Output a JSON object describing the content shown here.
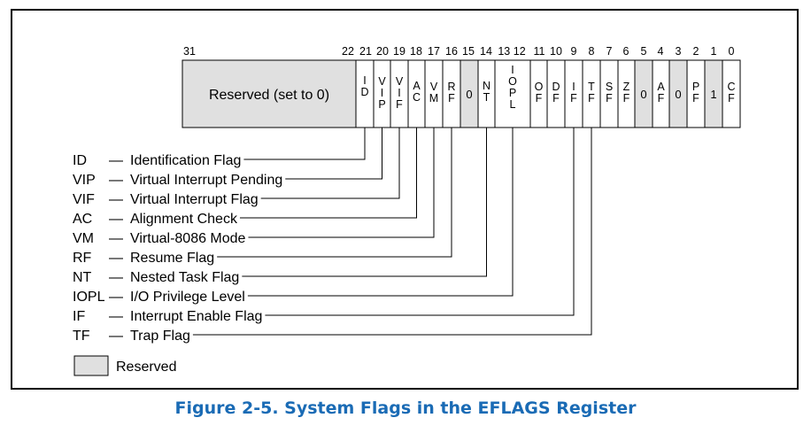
{
  "register": {
    "bit_numbers": [
      {
        "bit": "31",
        "id": "31"
      },
      {
        "bit": "22",
        "id": "22"
      },
      {
        "bit": "21",
        "id": "21"
      },
      {
        "bit": "20",
        "id": "20"
      },
      {
        "bit": "19",
        "id": "19"
      },
      {
        "bit": "18",
        "id": "18"
      },
      {
        "bit": "17",
        "id": "17"
      },
      {
        "bit": "16",
        "id": "16"
      },
      {
        "bit": "15",
        "id": "15"
      },
      {
        "bit": "14",
        "id": "14"
      },
      {
        "bit": "13 12",
        "id": "13-12"
      },
      {
        "bit": "11",
        "id": "11"
      },
      {
        "bit": "10",
        "id": "10"
      },
      {
        "bit": "9",
        "id": "9"
      },
      {
        "bit": "8",
        "id": "8"
      },
      {
        "bit": "7",
        "id": "7"
      },
      {
        "bit": "6",
        "id": "6"
      },
      {
        "bit": "5",
        "id": "5"
      },
      {
        "bit": "4",
        "id": "4"
      },
      {
        "bit": "3",
        "id": "3"
      },
      {
        "bit": "2",
        "id": "2"
      },
      {
        "bit": "1",
        "id": "1"
      },
      {
        "bit": "0",
        "id": "0"
      }
    ],
    "reserved_label": "Reserved (set to 0)",
    "fields": [
      {
        "id": "id",
        "letters": [
          "I",
          "D"
        ],
        "reserved": false
      },
      {
        "id": "vip",
        "letters": [
          "V",
          "I",
          "P"
        ],
        "reserved": false
      },
      {
        "id": "vif",
        "letters": [
          "V",
          "I",
          "F"
        ],
        "reserved": false
      },
      {
        "id": "ac",
        "letters": [
          "A",
          "C"
        ],
        "reserved": false
      },
      {
        "id": "vm",
        "letters": [
          "V",
          "M"
        ],
        "reserved": false
      },
      {
        "id": "rf",
        "letters": [
          "R",
          "F"
        ],
        "reserved": false
      },
      {
        "id": "bit15",
        "letters": [
          "0"
        ],
        "reserved": true
      },
      {
        "id": "nt",
        "letters": [
          "N",
          "T"
        ],
        "reserved": false
      },
      {
        "id": "iopl",
        "letters": [
          "I",
          "O",
          "P",
          "L"
        ],
        "reserved": false
      },
      {
        "id": "of",
        "letters": [
          "O",
          "F"
        ],
        "reserved": false
      },
      {
        "id": "df",
        "letters": [
          "D",
          "F"
        ],
        "reserved": false
      },
      {
        "id": "if",
        "letters": [
          "I",
          "F"
        ],
        "reserved": false
      },
      {
        "id": "tf",
        "letters": [
          "T",
          "F"
        ],
        "reserved": false
      },
      {
        "id": "sf",
        "letters": [
          "S",
          "F"
        ],
        "reserved": false
      },
      {
        "id": "zf",
        "letters": [
          "Z",
          "F"
        ],
        "reserved": false
      },
      {
        "id": "bit5",
        "letters": [
          "0"
        ],
        "reserved": true
      },
      {
        "id": "af",
        "letters": [
          "A",
          "F"
        ],
        "reserved": false
      },
      {
        "id": "bit3",
        "letters": [
          "0"
        ],
        "reserved": true
      },
      {
        "id": "pf",
        "letters": [
          "P",
          "F"
        ],
        "reserved": false
      },
      {
        "id": "bit1",
        "letters": [
          "1"
        ],
        "reserved": true
      },
      {
        "id": "cf",
        "letters": [
          "C",
          "F"
        ],
        "reserved": false
      }
    ]
  },
  "legend": [
    {
      "id": "id",
      "abbr": "ID",
      "desc": "Identification Flag"
    },
    {
      "id": "vip",
      "abbr": "VIP",
      "desc": "Virtual Interrupt Pending"
    },
    {
      "id": "vif",
      "abbr": "VIF",
      "desc": "Virtual Interrupt Flag"
    },
    {
      "id": "ac",
      "abbr": "AC",
      "desc": "Alignment Check"
    },
    {
      "id": "vm",
      "abbr": "VM",
      "desc": "Virtual-8086 Mode"
    },
    {
      "id": "rf",
      "abbr": "RF",
      "desc": "Resume Flag"
    },
    {
      "id": "nt",
      "abbr": "NT",
      "desc": "Nested Task Flag"
    },
    {
      "id": "iopl",
      "abbr": "IOPL",
      "desc": "I/O Privilege Level"
    },
    {
      "id": "if",
      "abbr": "IF",
      "desc": "Interrupt Enable Flag"
    },
    {
      "id": "tf",
      "abbr": "TF",
      "desc": "Trap Flag"
    }
  ],
  "dash": "—",
  "reserved_key_label": "Reserved",
  "caption": "Figure 2-5.  System Flags in the EFLAGS Register",
  "colors": {
    "reserved_fill": "#e0e0e0",
    "caption": "#1a6bb5"
  }
}
